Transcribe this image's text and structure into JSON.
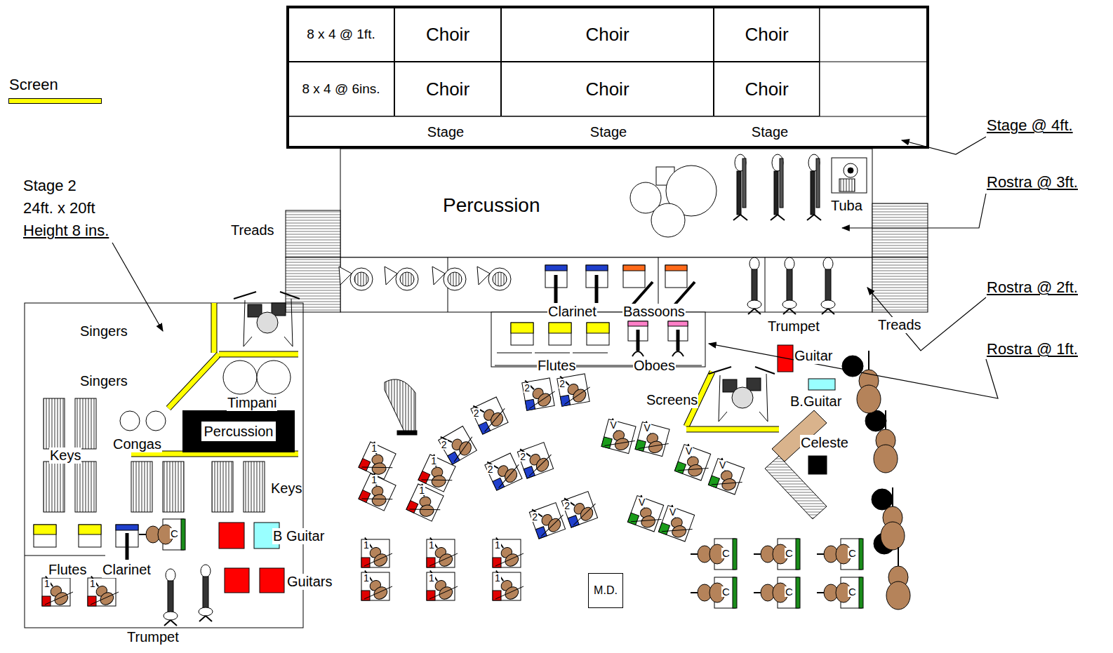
{
  "diagram": {
    "nodes": [
      {
        "text": [
          "8 x 4 @ 1ft."
        ]
      },
      {
        "text": [
          "Choir"
        ]
      },
      {
        "text": [
          "Choir"
        ]
      },
      {
        "text": [
          "Choir"
        ]
      },
      {
        "text": [
          "8 x 4 @ 6ins."
        ]
      },
      {
        "text": [
          "Choir"
        ]
      },
      {
        "text": [
          "Choir"
        ]
      },
      {
        "text": [
          "Choir"
        ]
      },
      {
        "text": [
          "Stage"
        ]
      },
      {
        "text": [
          "Stage"
        ]
      },
      {
        "text": [
          "Stage"
        ]
      },
      {
        "text": [
          "Percussion"
        ]
      },
      {
        "text": [
          "Percussion"
        ]
      },
      {
        "text": [
          "M.D."
        ]
      }
    ],
    "labels": [
      "Stage 2",
      "24ft. x 20ft",
      "Height 8 ins.",
      "Treads",
      "Treads",
      "Tuba",
      "Clarinet",
      "Bassoons",
      "Trumpet",
      "Flutes",
      "Oboes",
      "Guitar",
      "B.Guitar",
      "Screens",
      "Celeste",
      "Timpani",
      "Congas",
      "Singers",
      "Singers",
      "Keys",
      "Keys",
      "B Guitar",
      "Guitars",
      "Flutes",
      "Clarinet",
      "Trumpet",
      "Stage @ 4ft.",
      "Rostra @ 3ft.",
      "Rostra @ 2ft.",
      "Rostra @ 1ft.",
      "1",
      "1",
      "1",
      "1",
      "1",
      "1",
      "1",
      "1",
      "1",
      "1",
      "1",
      "1",
      "2",
      "2",
      "2",
      "2",
      "2",
      "2",
      "2",
      "2",
      "V",
      "V",
      "V",
      "V",
      "V",
      "V",
      "C",
      "C",
      "C",
      "C",
      "C",
      "C",
      "C"
    ],
    "legend": [
      {
        "text": "Screen",
        "color": "#ffff00"
      }
    ]
  }
}
